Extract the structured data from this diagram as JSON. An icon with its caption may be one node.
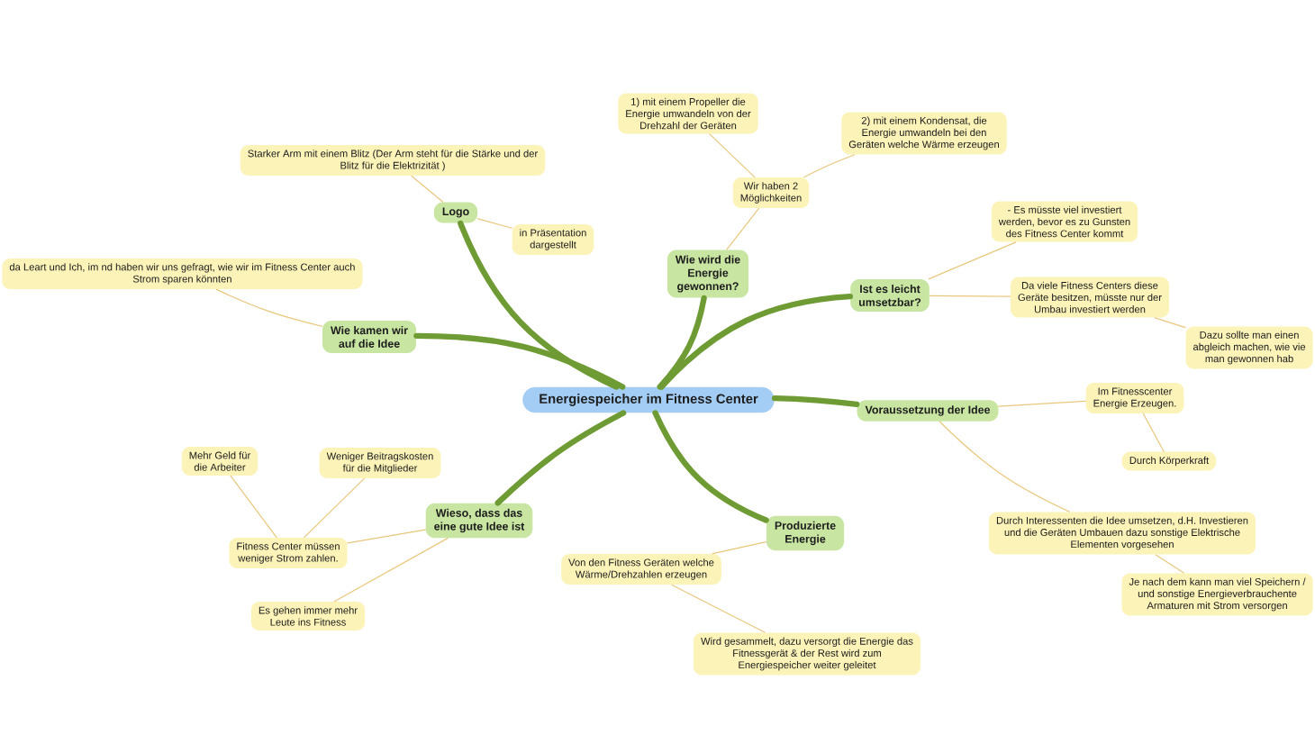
{
  "diagram": {
    "nodes": [
      {
        "text": [
          "Energiespeicher im Fitness Center"
        ]
      },
      {
        "text": [
          "Logo"
        ]
      },
      {
        "text": [
          "Wie kamen wir auf die Idee"
        ]
      },
      {
        "text": [
          "Wie wird die Energie gewonnen?"
        ]
      },
      {
        "text": [
          "Ist es leicht umsetzbar?"
        ]
      },
      {
        "text": [
          "Voraussetzung der Idee"
        ]
      },
      {
        "text": [
          "Wieso, dass das eine gute Idee ist"
        ]
      },
      {
        "text": [
          "Produzierte Energie"
        ]
      },
      {
        "text": [
          "Starker Arm mit einem Blitz (Der Arm steht für die Stärke und der Blitz für die Elektrizität )"
        ]
      },
      {
        "text": [
          "in Präsentation dargestellt"
        ]
      },
      {
        "text": [
          "da Leart und Ich, im nd haben wir uns gefragt, wie wir im Fitness Center auch Strom sparen könnten"
        ]
      },
      {
        "text": [
          "Wir haben 2 Möglichkeiten"
        ]
      },
      {
        "text": [
          "1) mit einem Propeller die Energie umwandeln von der Drehzahl der Geräten"
        ]
      },
      {
        "text": [
          "2) mit einem Kondensat, die Energie umwandeln bei den Geräten welche Wärme erzeugen"
        ]
      },
      {
        "text": [
          "- Es müsste viel investiert werden, bevor es zu Gunsten des Fitness Center kommt"
        ]
      },
      {
        "text": [
          "Da viele Fitness Centers diese Geräte besitzen, müsste nur der Umbau investiert werden"
        ]
      },
      {
        "text": [
          "Dazu sollte man einen abgleich machen, wie vie man gewonnen hab"
        ]
      },
      {
        "text": [
          "Im Fitnesscenter Energie Erzeugen."
        ]
      },
      {
        "text": [
          "Durch Körperkraft"
        ]
      },
      {
        "text": [
          "Durch Interessenten die Idee umsetzen, d.H. Investieren und die Geräten Umbauen dazu sonstige Elektrische Elementen vorgesehen"
        ]
      },
      {
        "text": [
          "Je nach dem kann man viel Speichern / und sonstige Energieverbrauchente Armaturen mit Strom versorgen"
        ]
      },
      {
        "text": [
          "Fitness Center müssen weniger Strom zahlen."
        ]
      },
      {
        "text": [
          "Mehr Geld für die Arbeiter"
        ]
      },
      {
        "text": [
          "Weniger Beitragskosten für die Mitglieder"
        ]
      },
      {
        "text": [
          "Es gehen immer mehr Leute ins Fitness"
        ]
      },
      {
        "text": [
          "Von den Fitness Geräten welche Wärme/Drehzahlen erzeugen"
        ]
      },
      {
        "text": [
          "Wird gesammelt, dazu versorgt die Energie das Fitnessgerät & der Rest wird zum Energiespeicher weiter geleitet"
        ]
      }
    ],
    "edges": [
      {
        "from": 0,
        "to": 1,
        "arrow": "none",
        "style": "thick",
        "color": "#6e9b33"
      },
      {
        "from": 0,
        "to": 2,
        "arrow": "none",
        "style": "thick",
        "color": "#6e9b33"
      },
      {
        "from": 0,
        "to": 3,
        "arrow": "none",
        "style": "thick",
        "color": "#6e9b33"
      },
      {
        "from": 0,
        "to": 4,
        "arrow": "none",
        "style": "thick",
        "color": "#6e9b33"
      },
      {
        "from": 0,
        "to": 5,
        "arrow": "none",
        "style": "thick",
        "color": "#6e9b33"
      },
      {
        "from": 0,
        "to": 6,
        "arrow": "none",
        "style": "thick",
        "color": "#6e9b33"
      },
      {
        "from": 0,
        "to": 7,
        "arrow": "none",
        "style": "thick",
        "color": "#6e9b33"
      },
      {
        "from": 1,
        "to": 8,
        "arrow": "none"
      },
      {
        "from": 1,
        "to": 9,
        "arrow": "none"
      },
      {
        "from": 2,
        "to": 10,
        "arrow": "none"
      },
      {
        "from": 3,
        "to": 11,
        "arrow": "none"
      },
      {
        "from": 11,
        "to": 12,
        "arrow": "none"
      },
      {
        "from": 11,
        "to": 13,
        "arrow": "none"
      },
      {
        "from": 4,
        "to": 14,
        "arrow": "none"
      },
      {
        "from": 4,
        "to": 15,
        "arrow": "none"
      },
      {
        "from": 15,
        "to": 16,
        "arrow": "none"
      },
      {
        "from": 5,
        "to": 17,
        "arrow": "none"
      },
      {
        "from": 17,
        "to": 18,
        "arrow": "none"
      },
      {
        "from": 5,
        "to": 19,
        "arrow": "none"
      },
      {
        "from": 19,
        "to": 20,
        "arrow": "none"
      },
      {
        "from": 6,
        "to": 21,
        "arrow": "none"
      },
      {
        "from": 21,
        "to": 22,
        "arrow": "none"
      },
      {
        "from": 21,
        "to": 23,
        "arrow": "none"
      },
      {
        "from": 6,
        "to": 24,
        "arrow": "none"
      },
      {
        "from": 7,
        "to": 25,
        "arrow": "none"
      },
      {
        "from": 25,
        "to": 26,
        "arrow": "none"
      }
    ]
  }
}
